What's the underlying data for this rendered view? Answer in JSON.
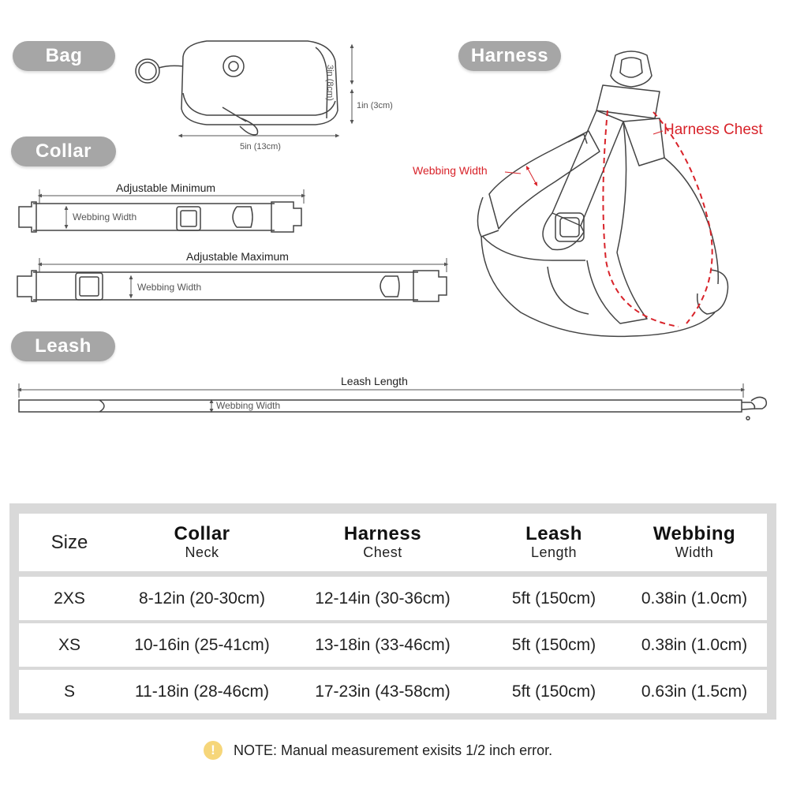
{
  "sections": {
    "bag": "Bag",
    "collar": "Collar",
    "harness": "Harness",
    "leash": "Leash"
  },
  "bag_dims": {
    "height": "3in (8cm)",
    "depth": "1in (3cm)",
    "width": "5in (13cm)"
  },
  "collar_labels": {
    "adjustable_minimum": "Adjustable Minimum",
    "adjustable_maximum": "Adjustable Maximum",
    "webbing_width": "Webbing Width"
  },
  "harness_labels": {
    "harness_chest": "Harness Chest",
    "webbing_width": "Webbing Width"
  },
  "leash_labels": {
    "leash_length": "Leash Length",
    "webbing_width": "Webbing Width"
  },
  "table": {
    "headers": [
      {
        "main": "Size",
        "sub": ""
      },
      {
        "main": "Collar",
        "sub": "Neck"
      },
      {
        "main": "Harness",
        "sub": "Chest"
      },
      {
        "main": "Leash",
        "sub": "Length"
      },
      {
        "main": "Webbing",
        "sub": "Width"
      }
    ],
    "rows": [
      [
        "2XS",
        "8-12in (20-30cm)",
        "12-14in (30-36cm)",
        "5ft (150cm)",
        "0.38in (1.0cm)"
      ],
      [
        "XS",
        "10-16in (25-41cm)",
        "13-18in (33-46cm)",
        "5ft (150cm)",
        "0.38in (1.0cm)"
      ],
      [
        "S",
        "11-18in (28-46cm)",
        "17-23in (43-58cm)",
        "5ft (150cm)",
        "0.63in (1.5cm)"
      ]
    ]
  },
  "note": {
    "icon": "exclamation-icon",
    "text": "NOTE: Manual measurement exisits 1/2 inch error."
  },
  "colors": {
    "pill": "#a6a6a6",
    "accent_red": "#d8232a",
    "table_border": "#d9d9d9",
    "note_icon": "#f6d67a"
  }
}
